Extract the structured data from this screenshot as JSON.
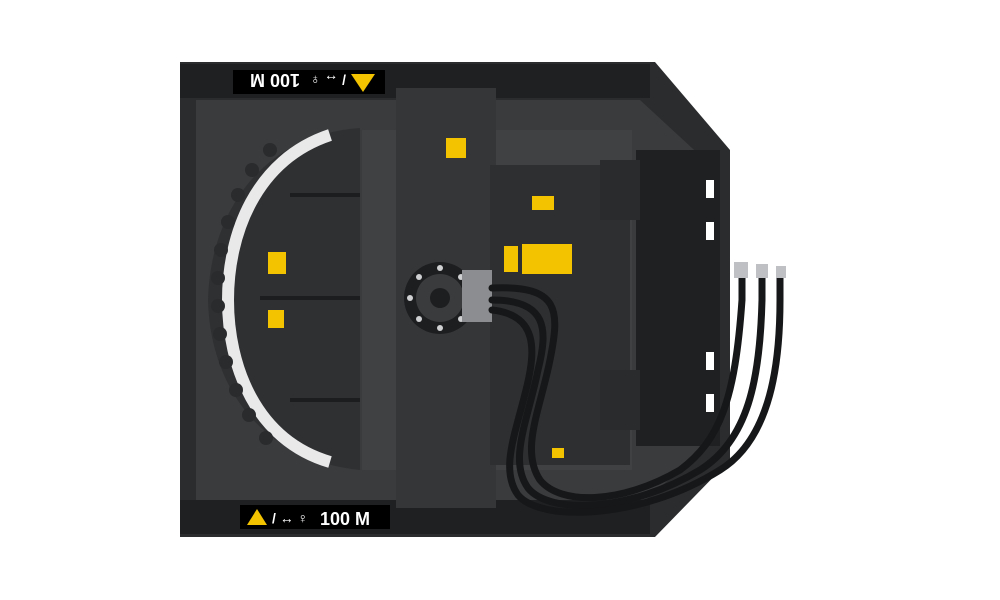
{
  "image": {
    "subject": "skid-steer-brush-cutter-top-view",
    "background_color": "#ffffff",
    "body_color": "#3a3b3d",
    "dark_color": "#1f2022",
    "label_color": "#f3c300"
  },
  "decals": {
    "top_warning_text": "100 M",
    "bottom_warning_text": "100 M"
  },
  "icons": [
    "warning-triangle-icon",
    "arrow-icon",
    "person-icon",
    "hydraulic-hose",
    "motor-hub"
  ]
}
